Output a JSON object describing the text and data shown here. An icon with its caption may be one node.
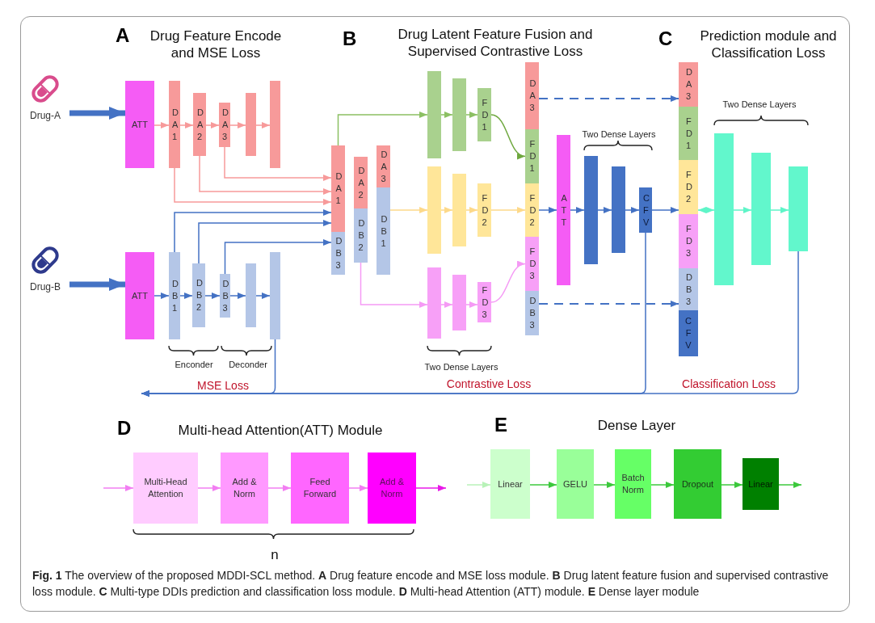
{
  "diagram": {
    "caption": "**Fig. 1** The overview of the proposed MDDI-SCL method. **A** Drug feature encode and MSE loss module. **B** Drug latent feature fusion and supervised contrastive loss module. **C** Multi-type DDIs prediction and classification loss module. **D** Multi-head Attention (ATT) module. **E** Dense layer module",
    "nodes": [
      {
        "text": [
          "Drug-A"
        ]
      },
      {
        "text": [
          "ATT"
        ]
      },
      {
        "text": [
          "DA1"
        ]
      },
      {
        "text": [
          "DA2"
        ]
      },
      {
        "text": [
          "DA3"
        ]
      },
      {
        "text": [],
        "shape": "bar"
      },
      {
        "text": [],
        "shape": "bar"
      },
      {
        "text": [
          "Drug-B"
        ]
      },
      {
        "text": [
          "ATT"
        ]
      },
      {
        "text": [
          "DB1"
        ]
      },
      {
        "text": [
          "DB2"
        ]
      },
      {
        "text": [
          "DB3"
        ]
      },
      {
        "text": [],
        "shape": "bar"
      },
      {
        "text": [],
        "shape": "bar"
      },
      {
        "text": [
          "DA1"
        ]
      },
      {
        "text": [
          "DB3"
        ]
      },
      {
        "text": [
          "DA2"
        ]
      },
      {
        "text": [
          "DB2"
        ]
      },
      {
        "text": [
          "DA3"
        ]
      },
      {
        "text": [
          "DB1"
        ]
      },
      {
        "text": [],
        "shape": "bar"
      },
      {
        "text": [],
        "shape": "bar"
      },
      {
        "text": [
          "FD1"
        ]
      },
      {
        "text": [],
        "shape": "bar"
      },
      {
        "text": [],
        "shape": "bar"
      },
      {
        "text": [
          "FD2"
        ]
      },
      {
        "text": [],
        "shape": "bar"
      },
      {
        "text": [],
        "shape": "bar"
      },
      {
        "text": [
          "FD3"
        ]
      },
      {
        "text": [
          "DA3"
        ]
      },
      {
        "text": [
          "FD1"
        ]
      },
      {
        "text": [
          "FD2"
        ]
      },
      {
        "text": [
          "FD3"
        ]
      },
      {
        "text": [
          "DB3"
        ]
      },
      {
        "text": [
          "ATT"
        ]
      },
      {
        "text": [],
        "shape": "bar"
      },
      {
        "text": [],
        "shape": "bar"
      },
      {
        "text": [
          "CFV"
        ]
      },
      {
        "text": [
          "DA3"
        ]
      },
      {
        "text": [
          "FD1"
        ]
      },
      {
        "text": [
          "FD2"
        ]
      },
      {
        "text": [
          "FD3"
        ]
      },
      {
        "text": [
          "DB3"
        ]
      },
      {
        "text": [
          "CFV"
        ]
      },
      {
        "text": [],
        "shape": "bar"
      },
      {
        "text": [],
        "shape": "bar"
      },
      {
        "text": [],
        "shape": "bar"
      },
      {
        "text": [
          "Multi-Head Attention"
        ]
      },
      {
        "text": [
          "Add & Norm"
        ]
      },
      {
        "text": [
          "Feed Forward"
        ]
      },
      {
        "text": [
          "Add & Norm"
        ]
      },
      {
        "text": [
          "Linear"
        ]
      },
      {
        "text": [
          "GELU"
        ]
      },
      {
        "text": [
          "Batch Norm"
        ]
      },
      {
        "text": [
          "Dropout"
        ]
      },
      {
        "text": [
          "Linear"
        ]
      }
    ],
    "edges": [
      {
        "from": 0,
        "to": 1,
        "arrow": "to",
        "style": "thick"
      },
      {
        "from": 7,
        "to": 8,
        "arrow": "to",
        "style": "thick"
      },
      {
        "from": 1,
        "to": 2,
        "arrow": "to",
        "color": "#f79a9a"
      },
      {
        "from": 2,
        "to": 3,
        "arrow": "to",
        "color": "#f79a9a"
      },
      {
        "from": 3,
        "to": 4,
        "arrow": "to",
        "color": "#f79a9a"
      },
      {
        "from": 4,
        "to": 5,
        "arrow": "to",
        "color": "#f79a9a"
      },
      {
        "from": 5,
        "to": 6,
        "arrow": "to",
        "color": "#f79a9a"
      },
      {
        "from": 8,
        "to": 9,
        "arrow": "to"
      },
      {
        "from": 9,
        "to": 10,
        "arrow": "to"
      },
      {
        "from": 10,
        "to": 11,
        "arrow": "to"
      },
      {
        "from": 11,
        "to": 12,
        "arrow": "to"
      },
      {
        "from": 12,
        "to": 13,
        "arrow": "to"
      },
      {
        "from": 4,
        "to": 14,
        "arrow": "to",
        "color": "#f79a9a"
      },
      {
        "from": 3,
        "to": 14,
        "arrow": "to",
        "color": "#f79a9a"
      },
      {
        "from": 2,
        "to": 14,
        "arrow": "to",
        "color": "#f79a9a"
      },
      {
        "from": 9,
        "to": 14,
        "arrow": "to"
      },
      {
        "from": 10,
        "to": 14,
        "arrow": "to"
      },
      {
        "from": 11,
        "to": 15,
        "arrow": "to"
      },
      {
        "from": 14,
        "to": 20,
        "arrow": "to",
        "color": "#8cc063"
      },
      {
        "from": 20,
        "to": 21,
        "arrow": "to",
        "color": "#8cc063"
      },
      {
        "from": 21,
        "to": 22,
        "arrow": "to",
        "color": "#8cc063"
      },
      {
        "from": 19,
        "to": 23,
        "arrow": "to",
        "color": "#fdd98a"
      },
      {
        "from": 23,
        "to": 24,
        "arrow": "to",
        "color": "#fdd98a"
      },
      {
        "from": 24,
        "to": 25,
        "arrow": "to",
        "color": "#fdd98a"
      },
      {
        "from": 25,
        "to": 31,
        "arrow": "to",
        "color": "#fdd98a"
      },
      {
        "from": 17,
        "to": 26,
        "arrow": "to",
        "color": "#f59af5"
      },
      {
        "from": 26,
        "to": 27,
        "arrow": "to",
        "color": "#f59af5"
      },
      {
        "from": 27,
        "to": 28,
        "arrow": "to",
        "color": "#f59af5"
      },
      {
        "from": 22,
        "to": 30,
        "arrow": "to",
        "color": "#6fa83f"
      },
      {
        "from": 28,
        "to": 32,
        "arrow": "to",
        "color": "#f59af5"
      },
      {
        "from": 31,
        "to": 34,
        "arrow": "to"
      },
      {
        "from": 34,
        "to": 35,
        "arrow": "to"
      },
      {
        "from": 35,
        "to": 36,
        "arrow": "to"
      },
      {
        "from": 36,
        "to": 37,
        "arrow": "to"
      },
      {
        "from": 37,
        "to": 40,
        "arrow": "to"
      },
      {
        "from": 29,
        "to": 38,
        "arrow": "to",
        "style": "dashed"
      },
      {
        "from": 33,
        "to": 42,
        "arrow": "to",
        "style": "dashed"
      },
      {
        "from": 40,
        "to": 44,
        "arrow": "both",
        "color": "#5ff5c8"
      },
      {
        "from": 44,
        "to": 45,
        "arrow": "to",
        "color": "#5ff5c8"
      },
      {
        "from": 45,
        "to": 46,
        "arrow": "to",
        "color": "#5ff5c8"
      },
      {
        "from": 13,
        "to": null,
        "arrow": "to"
      },
      {
        "from": 37,
        "to": null,
        "arrow": "to"
      },
      {
        "from": 46,
        "to": null,
        "arrow": "to"
      },
      {
        "from": null,
        "to": 47,
        "arrow": "to",
        "color": "#f27ef2"
      },
      {
        "from": 47,
        "to": 48,
        "arrow": "to",
        "color": "#f27ef2"
      },
      {
        "from": 48,
        "to": 49,
        "arrow": "to",
        "color": "#f27ef2"
      },
      {
        "from": 49,
        "to": 50,
        "arrow": "to",
        "color": "#f27ef2"
      },
      {
        "from": 50,
        "to": null,
        "arrow": "to",
        "color": "#e81ae8"
      },
      {
        "from": null,
        "to": 51,
        "arrow": "to",
        "color": "#b8f2b8"
      },
      {
        "from": 51,
        "to": 52,
        "arrow": "to",
        "color": "#3cc83c"
      },
      {
        "from": 52,
        "to": 53,
        "arrow": "to",
        "color": "#3cc83c"
      },
      {
        "from": 53,
        "to": 54,
        "arrow": "to",
        "color": "#3cc83c"
      },
      {
        "from": 54,
        "to": 55,
        "arrow": "to",
        "color": "#3cc83c"
      },
      {
        "from": 55,
        "to": null,
        "arrow": "to",
        "color": "#3cc83c"
      }
    ],
    "labels": [
      "A",
      "Drug Feature Encode and MSE Loss",
      "B",
      "Drug Latent Feature Fusion and Supervised Contrastive Loss",
      "C",
      "Prediction module and Classification Loss",
      "Enconder",
      "Deconder",
      "Two Dense Layers",
      "Two Dense Layers",
      "Two Dense Layers",
      "MSE Loss",
      "Contrastive Loss",
      "Classification Loss",
      "D",
      "Multi-head Attention(ATT) Module",
      "n",
      "E",
      "Dense Layer"
    ]
  }
}
